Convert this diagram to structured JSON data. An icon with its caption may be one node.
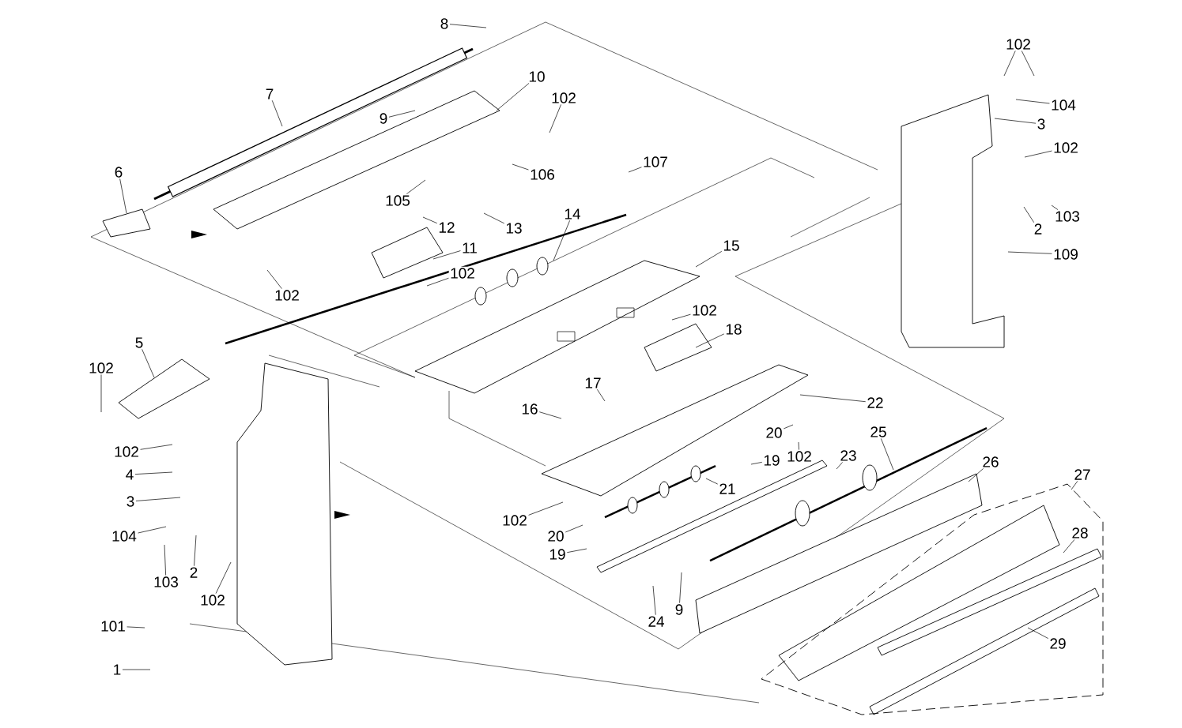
{
  "diagram": {
    "nodes": [
      {
        "text": [
          "8"
        ]
      },
      {
        "text": [
          "7"
        ]
      },
      {
        "text": [
          "10"
        ]
      },
      {
        "text": [
          "102"
        ]
      },
      {
        "text": [
          "9"
        ]
      },
      {
        "text": [
          "6"
        ]
      },
      {
        "text": [
          "106"
        ]
      },
      {
        "text": [
          "105"
        ]
      },
      {
        "text": [
          "12"
        ]
      },
      {
        "text": [
          "13"
        ]
      },
      {
        "text": [
          "11"
        ]
      },
      {
        "text": [
          "102"
        ]
      },
      {
        "text": [
          "102"
        ]
      },
      {
        "text": [
          "14"
        ]
      },
      {
        "text": [
          "107"
        ]
      },
      {
        "text": [
          "15"
        ]
      },
      {
        "text": [
          "102"
        ]
      },
      {
        "text": [
          "18"
        ]
      },
      {
        "text": [
          "102"
        ]
      },
      {
        "text": [
          "104"
        ]
      },
      {
        "text": [
          "3"
        ]
      },
      {
        "text": [
          "102"
        ]
      },
      {
        "text": [
          "103"
        ]
      },
      {
        "text": [
          "2"
        ]
      },
      {
        "text": [
          "109"
        ]
      },
      {
        "text": [
          "5"
        ]
      },
      {
        "text": [
          "102"
        ]
      },
      {
        "text": [
          "102"
        ]
      },
      {
        "text": [
          "4"
        ]
      },
      {
        "text": [
          "3"
        ]
      },
      {
        "text": [
          "104"
        ]
      },
      {
        "text": [
          "2"
        ]
      },
      {
        "text": [
          "103"
        ]
      },
      {
        "text": [
          "102"
        ]
      },
      {
        "text": [
          "101"
        ]
      },
      {
        "text": [
          "1"
        ]
      },
      {
        "text": [
          "17"
        ]
      },
      {
        "text": [
          "16"
        ]
      },
      {
        "text": [
          "22"
        ]
      },
      {
        "text": [
          "20"
        ]
      },
      {
        "text": [
          "102"
        ]
      },
      {
        "text": [
          "19"
        ]
      },
      {
        "text": [
          "23"
        ]
      },
      {
        "text": [
          "25"
        ]
      },
      {
        "text": [
          "21"
        ]
      },
      {
        "text": [
          "26"
        ]
      },
      {
        "text": [
          "27"
        ]
      },
      {
        "text": [
          "28"
        ]
      },
      {
        "text": [
          "29"
        ]
      },
      {
        "text": [
          "102"
        ]
      },
      {
        "text": [
          "20"
        ]
      },
      {
        "text": [
          "19"
        ]
      },
      {
        "text": [
          "24"
        ]
      },
      {
        "text": [
          "9"
        ]
      }
    ],
    "edges": [
      {
        "from": 0,
        "to": null,
        "arrow": "none"
      },
      {
        "from": 1,
        "to": null,
        "arrow": "none"
      },
      {
        "from": 2,
        "to": null,
        "arrow": "none"
      },
      {
        "from": 3,
        "to": null,
        "arrow": "none"
      },
      {
        "from": 4,
        "to": null,
        "arrow": "none"
      },
      {
        "from": 5,
        "to": null,
        "arrow": "none"
      },
      {
        "from": 6,
        "to": null,
        "arrow": "none"
      },
      {
        "from": 7,
        "to": null,
        "arrow": "none"
      },
      {
        "from": 8,
        "to": null,
        "arrow": "none"
      },
      {
        "from": 9,
        "to": null,
        "arrow": "none"
      },
      {
        "from": 10,
        "to": null,
        "arrow": "none"
      },
      {
        "from": 11,
        "to": null,
        "arrow": "none"
      },
      {
        "from": 12,
        "to": null,
        "arrow": "none"
      },
      {
        "from": 13,
        "to": null,
        "arrow": "none"
      },
      {
        "from": 14,
        "to": null,
        "arrow": "none"
      },
      {
        "from": 15,
        "to": null,
        "arrow": "none"
      },
      {
        "from": 16,
        "to": null,
        "arrow": "none"
      },
      {
        "from": 17,
        "to": null,
        "arrow": "none"
      },
      {
        "from": 18,
        "to": null,
        "arrow": "none"
      },
      {
        "from": 18,
        "to": null,
        "arrow": "none"
      },
      {
        "from": 19,
        "to": null,
        "arrow": "none"
      },
      {
        "from": 20,
        "to": null,
        "arrow": "none"
      },
      {
        "from": 21,
        "to": null,
        "arrow": "none"
      },
      {
        "from": 22,
        "to": null,
        "arrow": "none"
      },
      {
        "from": 23,
        "to": null,
        "arrow": "none"
      },
      {
        "from": 24,
        "to": null,
        "arrow": "none"
      },
      {
        "from": 25,
        "to": null,
        "arrow": "none"
      },
      {
        "from": 26,
        "to": null,
        "arrow": "none"
      },
      {
        "from": 27,
        "to": null,
        "arrow": "none"
      },
      {
        "from": 28,
        "to": null,
        "arrow": "none"
      },
      {
        "from": 29,
        "to": null,
        "arrow": "none"
      },
      {
        "from": 30,
        "to": null,
        "arrow": "none"
      },
      {
        "from": 31,
        "to": null,
        "arrow": "none"
      },
      {
        "from": 32,
        "to": null,
        "arrow": "none"
      },
      {
        "from": 33,
        "to": null,
        "arrow": "none"
      },
      {
        "from": 34,
        "to": null,
        "arrow": "none"
      },
      {
        "from": 35,
        "to": null,
        "arrow": "none"
      },
      {
        "from": 36,
        "to": null,
        "arrow": "none"
      },
      {
        "from": 37,
        "to": null,
        "arrow": "none"
      },
      {
        "from": 38,
        "to": null,
        "arrow": "none"
      },
      {
        "from": 39,
        "to": null,
        "arrow": "none"
      },
      {
        "from": 40,
        "to": null,
        "arrow": "none"
      },
      {
        "from": 41,
        "to": null,
        "arrow": "none"
      },
      {
        "from": 42,
        "to": null,
        "arrow": "none"
      },
      {
        "from": 43,
        "to": null,
        "arrow": "none"
      },
      {
        "from": 44,
        "to": null,
        "arrow": "none"
      },
      {
        "from": 45,
        "to": null,
        "arrow": "none"
      },
      {
        "from": 46,
        "to": null,
        "arrow": "none"
      },
      {
        "from": 47,
        "to": null,
        "arrow": "none"
      },
      {
        "from": 48,
        "to": null,
        "arrow": "none"
      },
      {
        "from": 49,
        "to": null,
        "arrow": "none"
      },
      {
        "from": 50,
        "to": null,
        "arrow": "none"
      },
      {
        "from": 51,
        "to": null,
        "arrow": "none"
      },
      {
        "from": 52,
        "to": null,
        "arrow": "none"
      },
      {
        "from": 53,
        "to": null,
        "arrow": "none"
      }
    ]
  }
}
